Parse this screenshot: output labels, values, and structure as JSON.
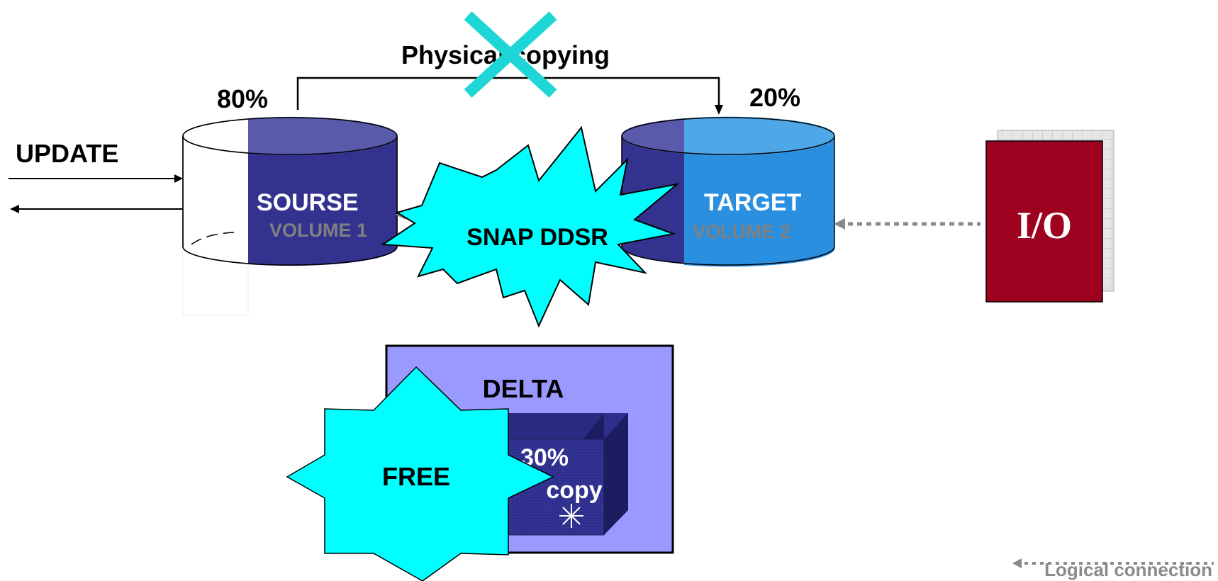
{
  "labels": {
    "physical_copying": "Physical copying",
    "source_percent": "80%",
    "target_percent": "20%",
    "update": "UPDATE",
    "source_name": "SOURSE",
    "source_volume": "VOLUME 1",
    "target_name": "TARGET",
    "target_volume": "VOLUME 2",
    "snap": "SNAP DDSR",
    "io": "I/O",
    "delta": "DELTA",
    "delta_percent": "30%",
    "delta_copy": "copy",
    "free": "FREE",
    "legend_logical": "Logical connection"
  },
  "icons": {
    "cross": "x-mark-icon",
    "asterisk": "asterisk-icon"
  },
  "colors": {
    "source_fill": "#33338f",
    "source_top": "#5a5aac",
    "target_fill": "#2b8fe0",
    "target_top": "#4ea8e8",
    "io_block": "#9e0020",
    "burst": "#00ffff",
    "cross": "#1fd6d6",
    "delta_box": "#9999ff",
    "delta_inner": "#2e2e8c",
    "logical_arrow": "#8a8a8a"
  }
}
